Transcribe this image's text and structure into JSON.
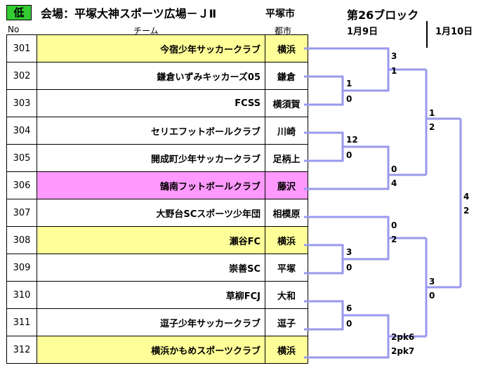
{
  "header": {
    "level": "低",
    "title": "会場：平塚大神スポーツ広場－ＪⅡ",
    "city": "平塚市",
    "block": "第26ブロック",
    "date1": "1月9日",
    "date2": "1月10日"
  },
  "columns": {
    "no": "No",
    "team": "チーム",
    "city": "都市"
  },
  "teams": [
    {
      "no": "301",
      "name": "今宿少年サッカークラブ",
      "city": "横浜"
    },
    {
      "no": "302",
      "name": "鎌倉いずみキッカーズ05",
      "city": "鎌倉"
    },
    {
      "no": "303",
      "name": "FCSS",
      "city": "横須賀"
    },
    {
      "no": "304",
      "name": "セリエフットボールクラブ",
      "city": "川崎"
    },
    {
      "no": "305",
      "name": "開成町少年サッカークラブ",
      "city": "足柄上"
    },
    {
      "no": "306",
      "name": "鵠南フットボールクラブ",
      "city": "藤沢"
    },
    {
      "no": "307",
      "name": "大野台SCスポーツ少年団",
      "city": "相模原"
    },
    {
      "no": "308",
      "name": "瀬谷FC",
      "city": "横浜"
    },
    {
      "no": "309",
      "name": "崇善SC",
      "city": "平塚"
    },
    {
      "no": "310",
      "name": "草柳FCJ",
      "city": "大和"
    },
    {
      "no": "311",
      "name": "逗子少年サッカークラブ",
      "city": "逗子"
    },
    {
      "no": "312",
      "name": "横浜かもめスポーツクラブ",
      "city": "横浜"
    }
  ],
  "scores": {
    "m_302_303": [
      "1",
      "0"
    ],
    "m_304_305": [
      "12",
      "0"
    ],
    "m_308_309": [
      "3",
      "0"
    ],
    "m_310_311": [
      "6",
      "0"
    ],
    "m_301_w1": [
      "3",
      "1"
    ],
    "m_w2_306": [
      "0",
      "4"
    ],
    "m_307_w3": [
      "0",
      "2"
    ],
    "m_w4_312": [
      "2pk6",
      "2pk7"
    ],
    "semi_top": [
      "1",
      "2"
    ],
    "semi_bottom": [
      "3",
      "0"
    ],
    "final": [
      "4",
      "2"
    ]
  },
  "colors": {
    "line": "#9999ee",
    "highlight": "#ffff99",
    "pink": "#ff99ff",
    "level": "#33cc33"
  }
}
